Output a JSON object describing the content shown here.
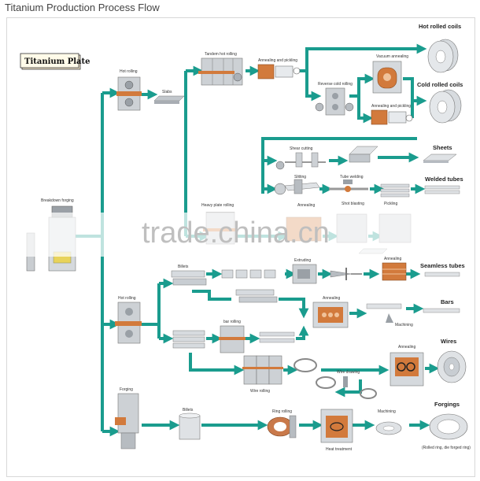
{
  "title": "Titanium Production Process Flow",
  "start_label": "Titanium Plate",
  "watermark": "trade.china.cn",
  "colors": {
    "flow": "#1a9c8e",
    "machine": "#8a8f96",
    "heat": "#d27a3c",
    "metal": "#b9bec4"
  },
  "steps": {
    "breakdown_forging": "Breakdown forging",
    "hot_rolling_top": "Hot rolling",
    "slabs": "Slabs",
    "tandem_hot_rolling": "Tandem hot rolling",
    "annealing_pickling_top": "Annealing and pickling",
    "vacuum_annealing": "Vacuum annealing",
    "reverse_cold_rolling": "Reverse cold rolling",
    "annealing_pickling_mid": "Annealing and pickling",
    "shear_cutting": "Shear cutting",
    "slitting": "Slitting",
    "tube_welding": "Tube welding",
    "heavy_plate_rolling": "Heavy plate rolling",
    "annealing_mid": "Annealing",
    "shot_blasting": "Shot blasting",
    "pickling": "Pickling",
    "billets_top": "Billets",
    "extruding": "Extruding",
    "annealing_tubes": "Annealing",
    "hot_rolling_mid": "Hot rolling",
    "annealing_bars": "Annealing",
    "machining_bars": "Machining",
    "bar_rolling": "bar rolling",
    "annealing_wires": "Annealing",
    "wire_drawing": "Wire drawing",
    "wire_rolling": "Wire rolling",
    "forging": "Forging",
    "billets_bottom": "Billets",
    "ring_rolling": "Ring rolling",
    "machining_forgings": "Machining",
    "heat_treatment": "Heat treatment"
  },
  "products": {
    "hot_rolled_coils": "Hot rolled coils",
    "cold_rolled_coils": "Cold rolled coils",
    "sheets": "Sheets",
    "welded_tubes": "Welded tubes",
    "seamless_tubes": "Seamless tubes",
    "bars": "Bars",
    "wires": "Wires",
    "forgings": "Forgings",
    "forgings_note": "(Rolled ring, die forged ring)"
  }
}
